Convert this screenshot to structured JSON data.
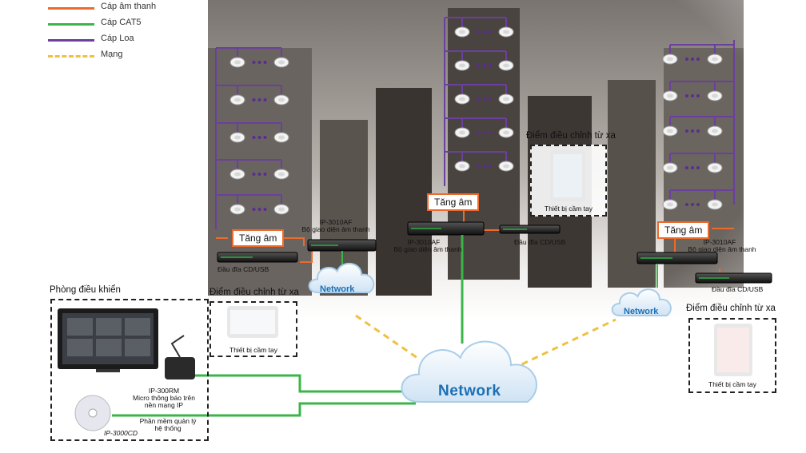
{
  "legend": [
    {
      "label": "Cáp âm thanh",
      "color": "#ee6a2c",
      "style": "solid"
    },
    {
      "label": "Cáp CAT5",
      "color": "#3bb54a",
      "style": "solid"
    },
    {
      "label": "Cáp Loa",
      "color": "#6b3f9e",
      "style": "solid"
    },
    {
      "label": "Mạng",
      "color": "#f0c040",
      "style": "dashed"
    }
  ],
  "colors": {
    "audio": "#ee6a2c",
    "cat5": "#3bb54a",
    "speaker": "#6b3f9e",
    "network": "#f0c040"
  },
  "buildings": {
    "left": {
      "tangam": "Tăng âm",
      "unit_model": "IP-3010AF",
      "unit_desc": "Bộ giao diện âm thanh",
      "player": "Đầu đĩa CD/USB",
      "cloud": "Network"
    },
    "center": {
      "tangam": "Tăng âm",
      "unit_model": "IP-3010AF",
      "unit_desc": "Bộ giao diện âm thanh",
      "player": "Đầu đĩa CD/USB"
    },
    "right": {
      "tangam": "Tăng âm",
      "unit_model": "IP-3010AF",
      "unit_desc": "Bộ giao diện âm thanh",
      "player": "Đầu đĩa CD/USB",
      "cloud": "Network"
    }
  },
  "remote_points": {
    "top": {
      "title": "Điểm điều chỉnh từ xa",
      "device": "Thiết bị cầm tay"
    },
    "mid": {
      "title": "Điểm điều chỉnh từ xa",
      "device": "Thiết bị cầm tay"
    },
    "right": {
      "title": "Điểm điều chỉnh từ xa",
      "device": "Thiết bị cầm tay"
    }
  },
  "control_room": {
    "title": "Phòng điều khiển",
    "mic_model": "IP-300RM",
    "mic_desc": [
      "Micro thông báo trên",
      "nền mạng IP"
    ],
    "software_desc": [
      "Phần mềm quản lý",
      "hệ thống"
    ],
    "cd_label": "IP-3000CD"
  },
  "main_cloud": "Network",
  "icons": {
    "speaker": "ceiling-speaker-icon",
    "cloud": "cloud-icon",
    "tablet": "tablet-icon",
    "monitor": "monitor-icon",
    "mic": "microphone-icon",
    "disc": "cd-disc-icon",
    "rack": "rack-unit-icon"
  }
}
